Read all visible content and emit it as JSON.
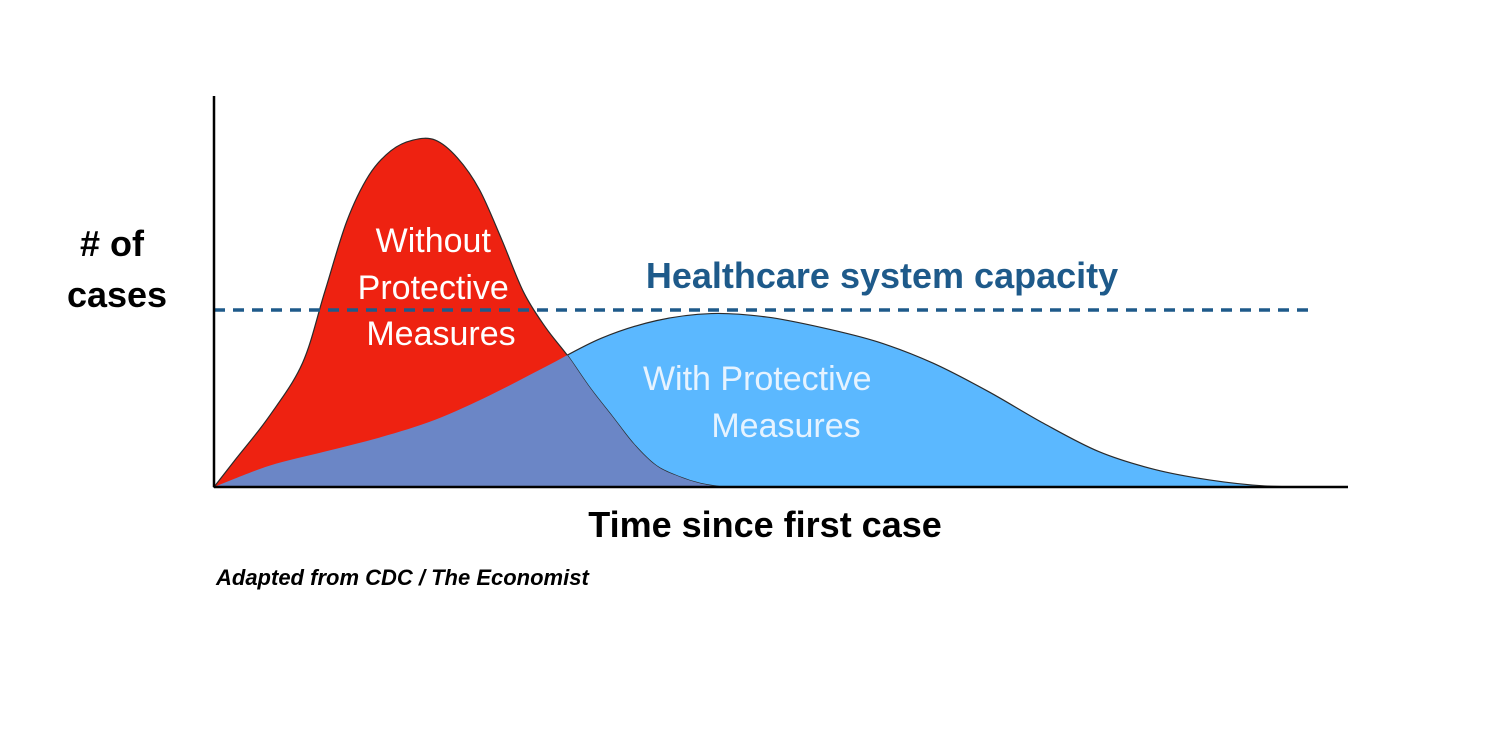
{
  "chart_data": {
    "type": "area",
    "title": "",
    "ylabel": [
      "# of",
      "cases"
    ],
    "xlabel": "Time since first case",
    "source": "Adapted from CDC / The Economist",
    "xlim": [
      0,
      100
    ],
    "ylim": [
      0,
      100
    ],
    "series": [
      {
        "name": "Without Protective Measures",
        "label_lines": [
          "Without",
          "Protective",
          "Measures"
        ],
        "color": "#ee2211",
        "label_color": "#ffffff",
        "x": [
          0,
          2,
          5,
          8,
          10,
          12,
          14,
          16,
          18,
          20,
          22,
          24,
          26,
          28,
          30,
          32,
          34,
          36,
          38,
          40,
          42,
          44,
          46
        ],
        "y": [
          0,
          8,
          20,
          35,
          55,
          75,
          88,
          95,
          98,
          98,
          93,
          84,
          70,
          55,
          45,
          37,
          28,
          20,
          12,
          6,
          3,
          1,
          0
        ]
      },
      {
        "name": "With Protective Measures",
        "label_lines": [
          "With Protective",
          "Measures"
        ],
        "color": "#5bb8ff",
        "label_color": "#e6f3ff",
        "x": [
          0,
          5,
          10,
          15,
          20,
          25,
          30,
          35,
          40,
          45,
          50,
          55,
          60,
          65,
          70,
          75,
          80,
          85,
          90,
          95,
          100
        ],
        "y": [
          0,
          6,
          10,
          14,
          19,
          26,
          34,
          42,
          47,
          49,
          48,
          45,
          41,
          35,
          27,
          18,
          10,
          5,
          2,
          0.3,
          0
        ]
      }
    ],
    "overlap_color": "#6b86c6",
    "capacity": {
      "label": "Healthcare system capacity",
      "value": 50,
      "color": "#1e5a8a",
      "style": "dashed"
    },
    "grid": false,
    "legend": "none"
  }
}
